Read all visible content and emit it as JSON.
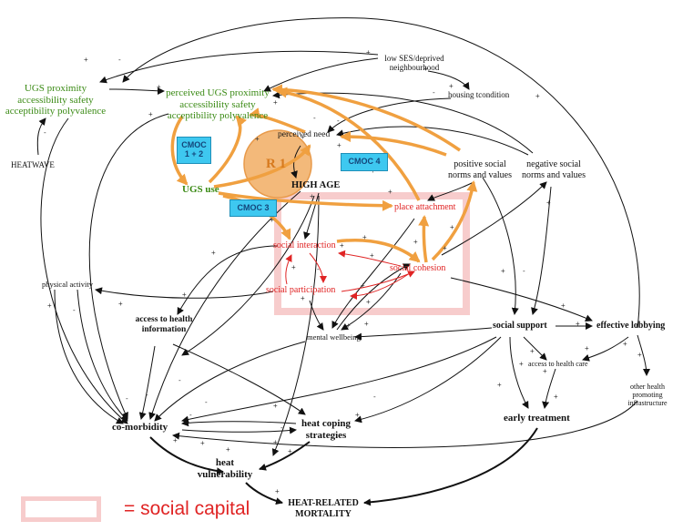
{
  "nodes": {
    "ugs_proximity": "UGS proximity\naccessibility safety\nacceptibility polyvalence",
    "perceived_ugs": "perceived UGS proximity\naccessibility safety\nacceptibility polyvalence",
    "low_ses": "low SES/deprived\nneighbourhood",
    "housing": "housing tcondition",
    "heatwave": "HEATWAVE",
    "perceived_need": "perceived need",
    "r1": "R 1",
    "ugs_use": "UGS use",
    "high_age": "HIGH AGE",
    "positive_norms": "positive social\nnorms and values",
    "negative_norms": "negative social\nnorms and values",
    "place_attachment": "place attachment",
    "social_interaction": "social interaction",
    "social_cohesion": "social cohesion",
    "social_participation": "social participation",
    "physical_activity": "physical activity",
    "access_health_info": "access to health\ninformation",
    "mental_wellbeing": "mental wellbeing",
    "social_support": "social support",
    "effective_lobbying": "effective lobbying",
    "access_health_care": "access to health care",
    "other_health": "other health\npromoting\ninfrastructure",
    "comorbidity": "co-morbidity",
    "heat_coping": "heat coping\nstrategies",
    "early_treatment": "early treatment",
    "heat_vulnerability": "heat\nvulnerability",
    "mortality": "HEAT-RELATED\nMORTALITY"
  },
  "cmoc": {
    "c12": "CMOC\n1 + 2",
    "c3": "CMOC 3",
    "c4": "CMOC 4"
  },
  "legend": {
    "text": "= social capital"
  },
  "colors": {
    "green": "#3a8a14",
    "red": "#e02424",
    "orange": "#f0a040",
    "cmoc_fill": "#3ec8f0",
    "social_capital_box": "#f7cccc",
    "r1_fill": "#f3b97a"
  }
}
